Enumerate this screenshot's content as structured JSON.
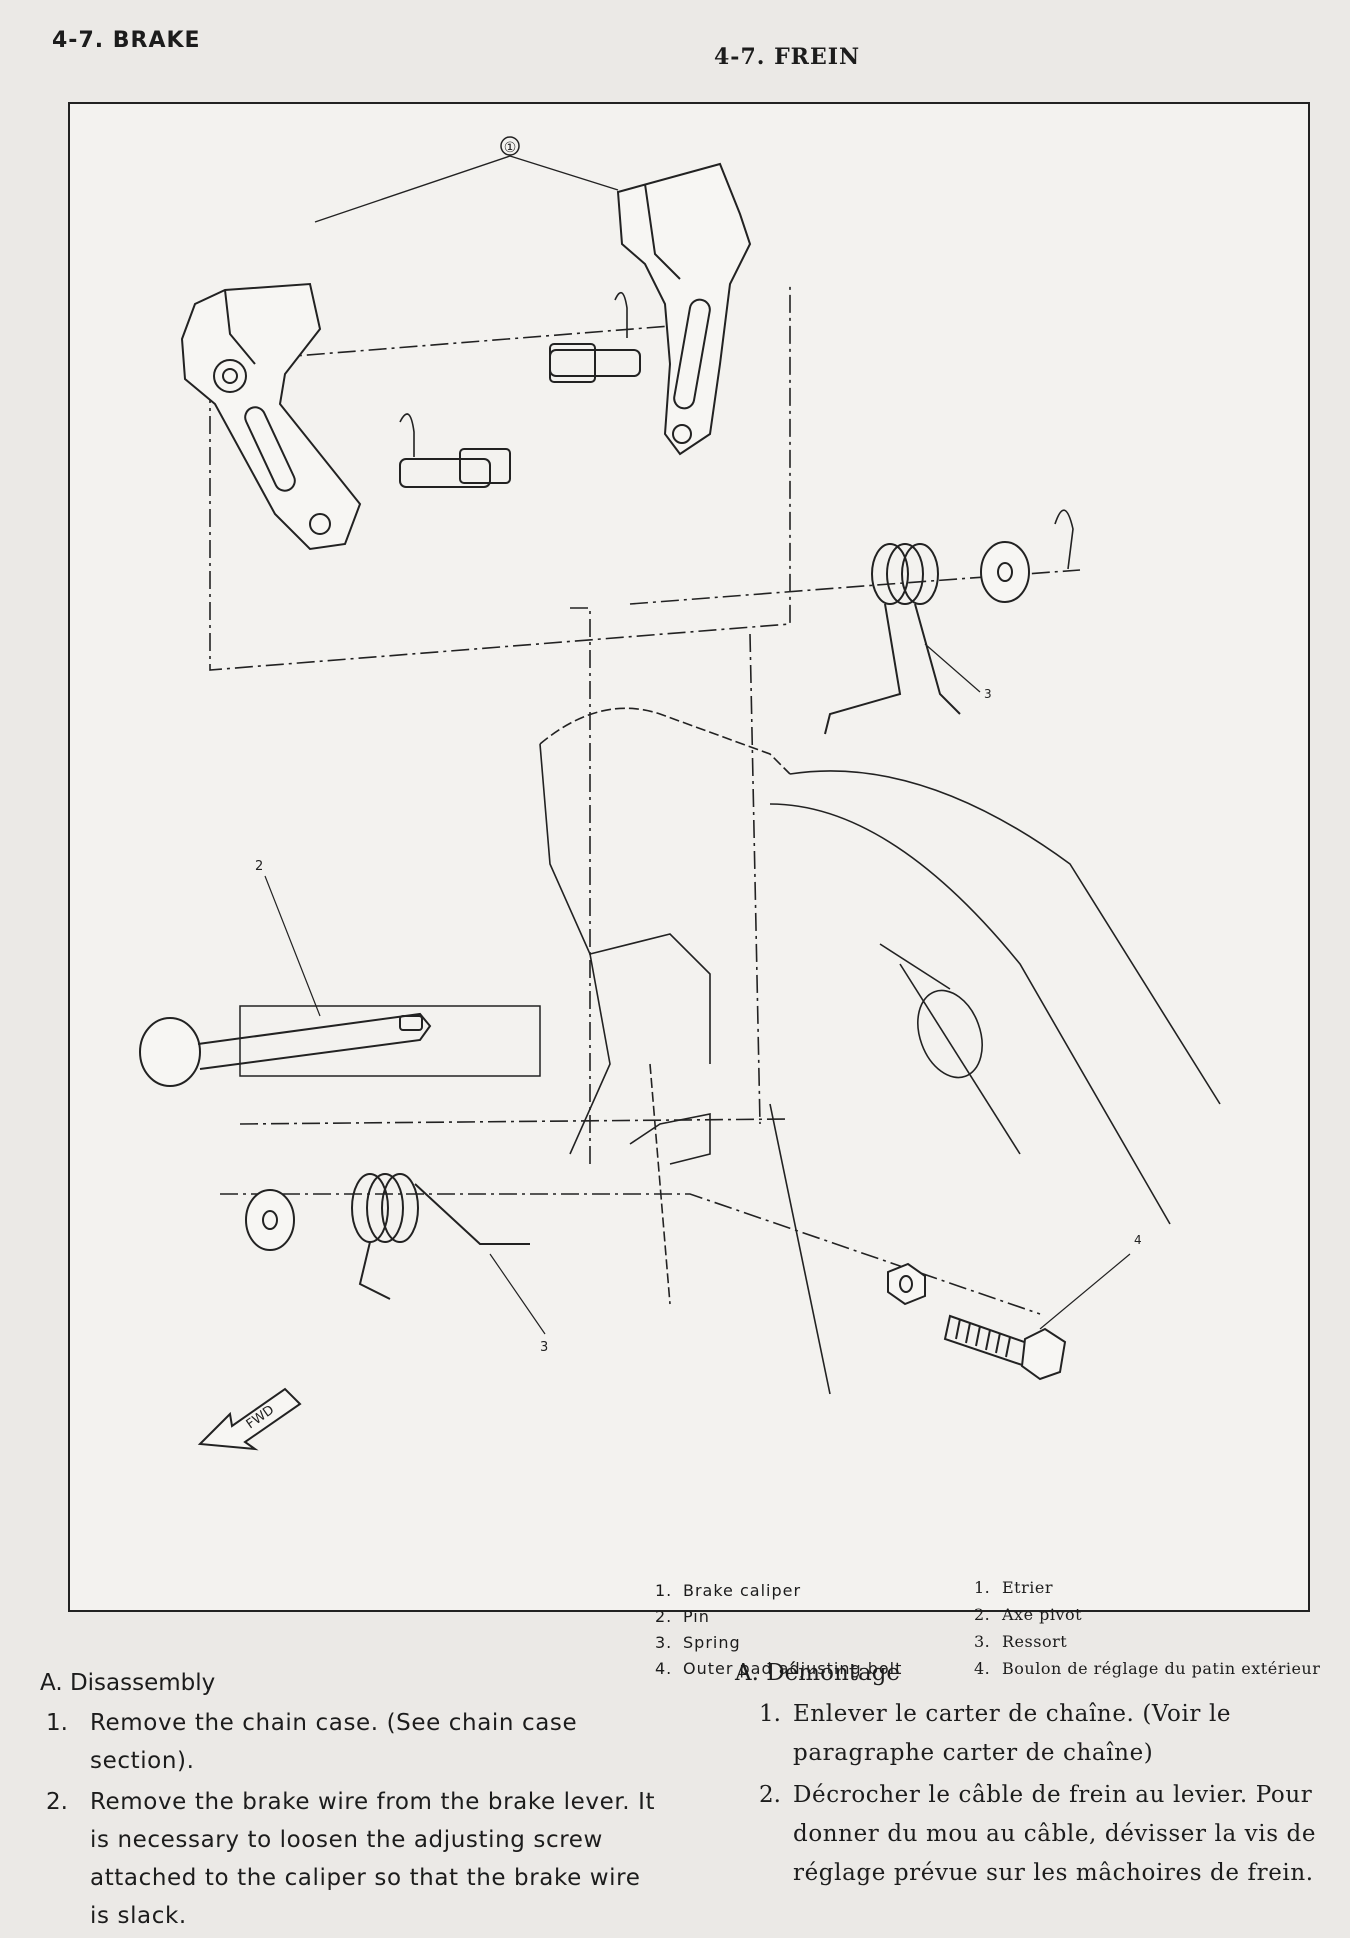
{
  "header": {
    "left_title": "4-7. BRAKE",
    "right_title": "4-7. FREIN"
  },
  "figure": {
    "callouts": [
      "①",
      "2",
      "3",
      "3",
      "4"
    ],
    "fwd_label": "FWD",
    "legend_en": [
      {
        "num": "1.",
        "text": "Brake caliper"
      },
      {
        "num": "2.",
        "text": "Pin"
      },
      {
        "num": "3.",
        "text": "Spring"
      },
      {
        "num": "4.",
        "text": "Outer pad adjusting bolt"
      }
    ],
    "legend_fr": [
      {
        "num": "1.",
        "text": "Etrier"
      },
      {
        "num": "2.",
        "text": "Axe pivot"
      },
      {
        "num": "3.",
        "text": "Ressort"
      },
      {
        "num": "4.",
        "text": "Boulon de réglage du patin extérieur"
      }
    ]
  },
  "english": {
    "heading": "A. Disassembly",
    "steps": [
      {
        "num": "1.",
        "text": "Remove the chain case. (See chain case section)."
      },
      {
        "num": "2.",
        "text": "Remove the brake wire from the brake lever. It is necessary to loosen the adjusting screw attached to the caliper so that the brake wire is slack."
      }
    ]
  },
  "french": {
    "heading": "A. Démontage",
    "steps": [
      {
        "num": "1.",
        "text": "Enlever le carter de chaîne. (Voir le paragraphe carter de chaîne)"
      },
      {
        "num": "2.",
        "text": "Décrocher le câble de frein au levier. Pour donner du mou au câble, dévisser la vis de réglage prévue sur les mâchoires de frein."
      }
    ]
  }
}
